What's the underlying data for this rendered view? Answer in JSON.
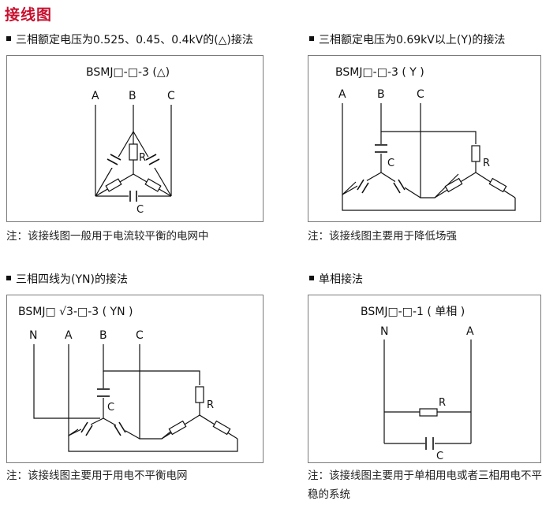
{
  "page": {
    "title": "接线图"
  },
  "sections": [
    {
      "heading": "三相额定电压为0.525、0.45、0.4kV的(△)接法",
      "model": "BSMJ□-□-3 (△)",
      "terminals": [
        "A",
        "B",
        "C"
      ],
      "resistor_label": "R",
      "capacitor_label": "C",
      "note": "注：该接线图一般用于电流较平衡的电网中"
    },
    {
      "heading": "三相额定电压为0.69kV以上(Y)的接法",
      "model": "BSMJ□-□-3 ( Y )",
      "terminals": [
        "A",
        "B",
        "C"
      ],
      "resistor_label": "R",
      "capacitor_label": "C",
      "note": "注：该接线图主要用于降低场强"
    },
    {
      "heading": "三相四线为(YN)的接法",
      "model": "BSMJ□ √3-□-3 ( YN )",
      "terminals": [
        "N",
        "A",
        "B",
        "C"
      ],
      "resistor_label": "R",
      "capacitor_label": "C",
      "note": "注：该接线图主要用于用电不平衡电网"
    },
    {
      "heading": "单相接法",
      "model": "BSMJ□-□-1 ( 单相 )",
      "terminals": [
        "N",
        "A"
      ],
      "resistor_label": "R",
      "capacitor_label": "C",
      "note": "注：该接线图主要用于单相用电或者三相用电不平稳的系统"
    }
  ]
}
